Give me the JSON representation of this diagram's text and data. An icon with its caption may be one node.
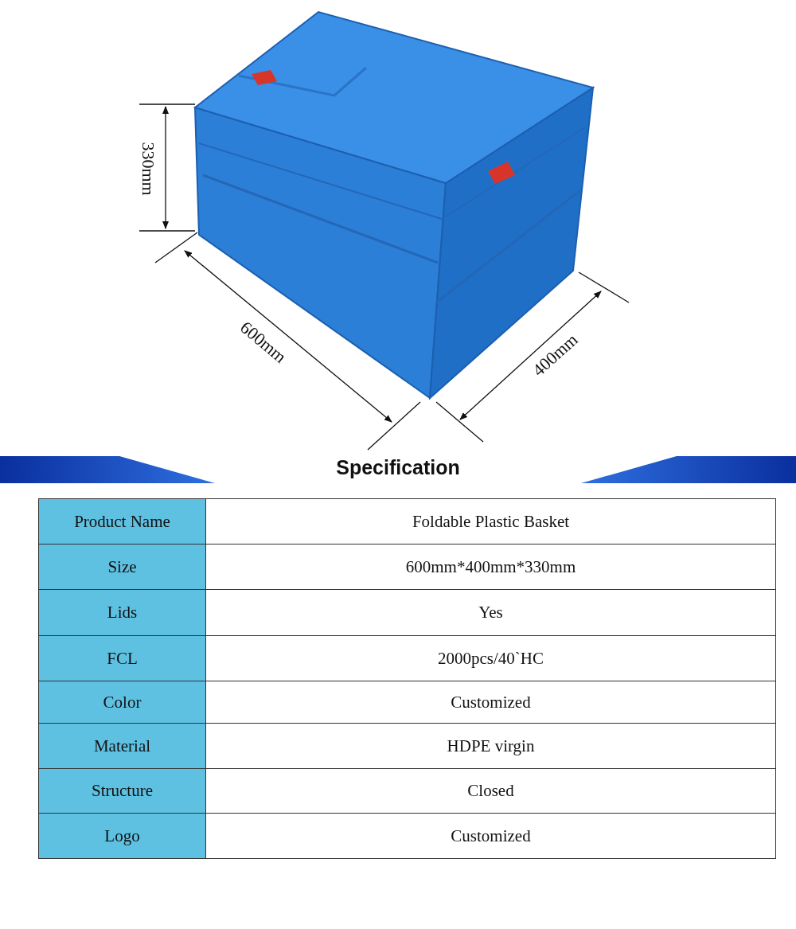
{
  "diagram": {
    "title": "Specification",
    "labels": [
      "330mm",
      "600mm",
      "400mm",
      "Product Name",
      "Foldable Plastic Basket",
      "Size",
      "600mm*400mm*330mm",
      "Lids",
      "Yes",
      "FCL",
      "2000pcs/40`HC",
      "Color",
      "Customized",
      "Material",
      "HDPE virgin",
      "Structure",
      "Closed",
      "Logo",
      "Customized"
    ]
  }
}
